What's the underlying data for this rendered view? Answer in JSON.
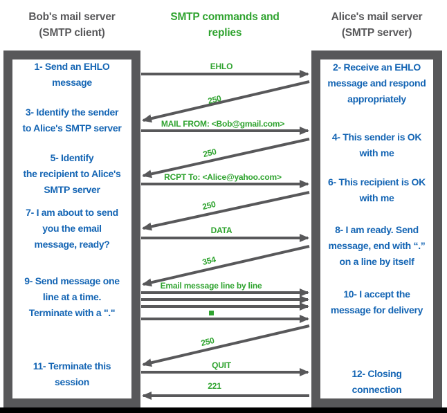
{
  "header": {
    "client_title": "Bob's mail server\n(SMTP client)",
    "center_title": "SMTP commands and\nreplies",
    "server_title": "Alice's mail server\n(SMTP server)"
  },
  "client_box": {
    "steps": [
      {
        "text": "1- Send an EHLO\nmessage"
      },
      {
        "text": "3- Identify the sender\nto Alice's SMTP server"
      },
      {
        "text": "5- Identify\nthe recipient to Alice's\nSMTP server"
      },
      {
        "text": "7- I am about to send\nyou the email\nmessage, ready?"
      },
      {
        "text": "9- Send message one\nline at a time.\nTerminate with a \".\""
      },
      {
        "text": "11- Terminate this\nsession"
      }
    ]
  },
  "server_box": {
    "steps": [
      {
        "text": "2- Receive an EHLO\nmessage and respond\nappropriately"
      },
      {
        "text": "4- This sender is OK\nwith me"
      },
      {
        "text": "6- This recipient is OK\nwith me"
      },
      {
        "text": "8-  I am ready. Send\nmessage, end with “.”\non a line by itself"
      },
      {
        "text": "10-  I accept the\nmessage for delivery"
      },
      {
        "text": "12-  Closing\nconnection"
      }
    ]
  },
  "messages": {
    "ehlo": "EHLO",
    "reply_250_1": "250",
    "mail_from": "MAIL FROM: <Bob@gmail.com>",
    "reply_250_2": "250",
    "rcpt_to": "RCPT To: <Alice@yahoo.com>",
    "reply_250_3": "250",
    "data_cmd": "DATA",
    "reply_354": "354",
    "email_lines": "Email message line by line",
    "reply_250_4": "250",
    "quit": "QUIT",
    "reply_221": "221"
  },
  "colors": {
    "box_border_gray": "#58585a",
    "arrow_gray": "#58585a",
    "step_blue": "#1465b4",
    "command_green": "#2fa32f",
    "bottom_bar_black": "#000000"
  }
}
